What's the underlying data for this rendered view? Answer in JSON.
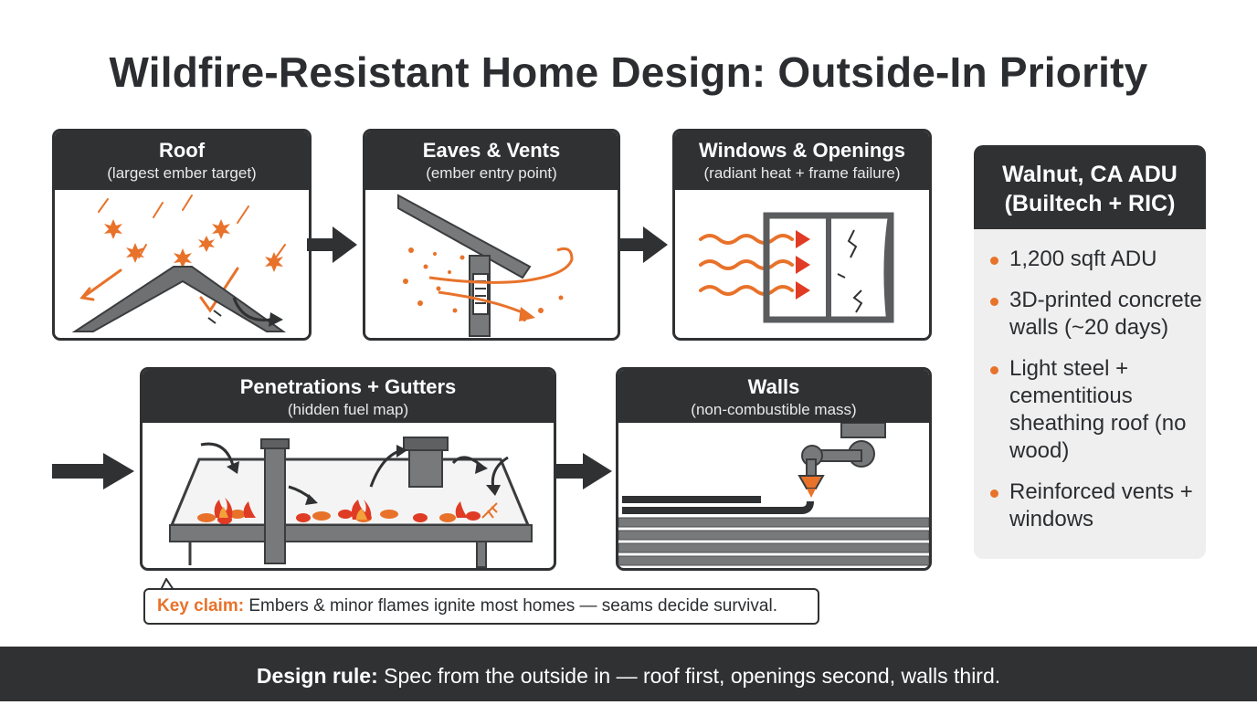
{
  "title": "Wildfire-Resistant Home Design: Outside-In Priority",
  "cards": {
    "roof": {
      "heading": "Roof",
      "subheading": "(largest ember target)"
    },
    "eaves": {
      "heading": "Eaves & Vents",
      "subheading": "(ember entry point)"
    },
    "windows": {
      "heading": "Windows & Openings",
      "subheading": "(radiant heat + frame failure)"
    },
    "penetrations": {
      "heading": "Penetrations + Gutters",
      "subheading": "(hidden fuel map)"
    },
    "walls": {
      "heading": "Walls",
      "subheading": "(non-combustible mass)"
    }
  },
  "case_study": {
    "heading_line1": "Walnut, CA ADU",
    "heading_line2": "(Builtech + RIC)",
    "bullets": [
      "1,200 sqft ADU",
      "3D-printed concrete walls (~20 days)",
      "Light steel + cementitious sheathing roof (no wood)",
      "Reinforced vents + windows"
    ]
  },
  "key_claim": {
    "label": "Key claim:",
    "text": "Embers & minor flames ignite most homes — seams decide survival."
  },
  "design_rule": {
    "label": "Design rule:",
    "text": "Spec from the outside in — roof first, openings second, walls third."
  },
  "colors": {
    "dark": "#2f3133",
    "accent": "#e8722a",
    "ember_red": "#e03b24",
    "panel_gray": "#efefef"
  },
  "icons": [
    "ember-burst-icon",
    "flow-arrow-icon",
    "heat-wave-icon",
    "cracked-glass-icon",
    "flame-icon",
    "leaf-icon",
    "print-nozzle-icon"
  ]
}
